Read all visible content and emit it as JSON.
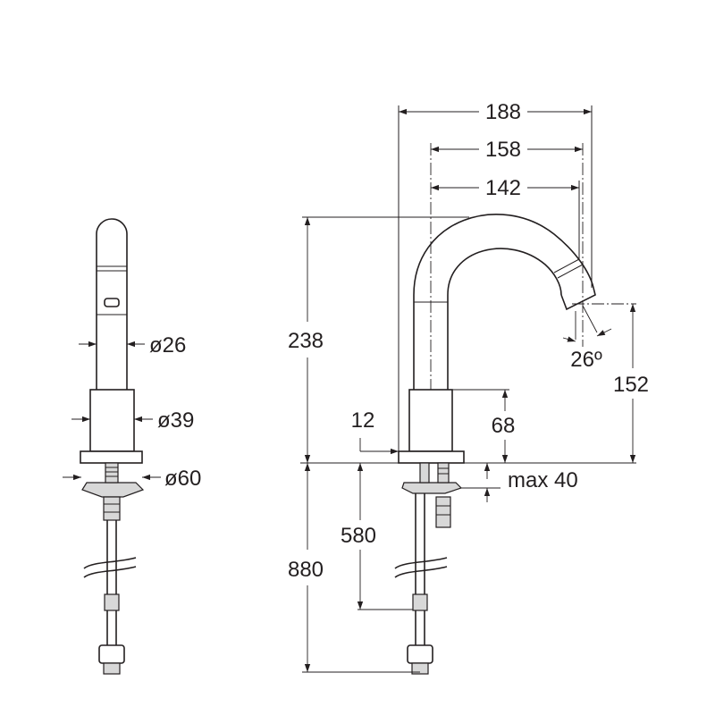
{
  "diagram": {
    "dimensions": {
      "spout_diameter": "ø26",
      "body_diameter": "ø39",
      "base_diameter": "ø60",
      "overall_reach": "188",
      "reach_mid": "158",
      "reach_inner": "142",
      "height_total": "238",
      "spout_outlet_height": "152",
      "body_height": "68",
      "base_offset": "12",
      "spout_angle": "26º",
      "counter_thickness": "max 40",
      "tail_length": "580",
      "hose_length": "880"
    }
  }
}
